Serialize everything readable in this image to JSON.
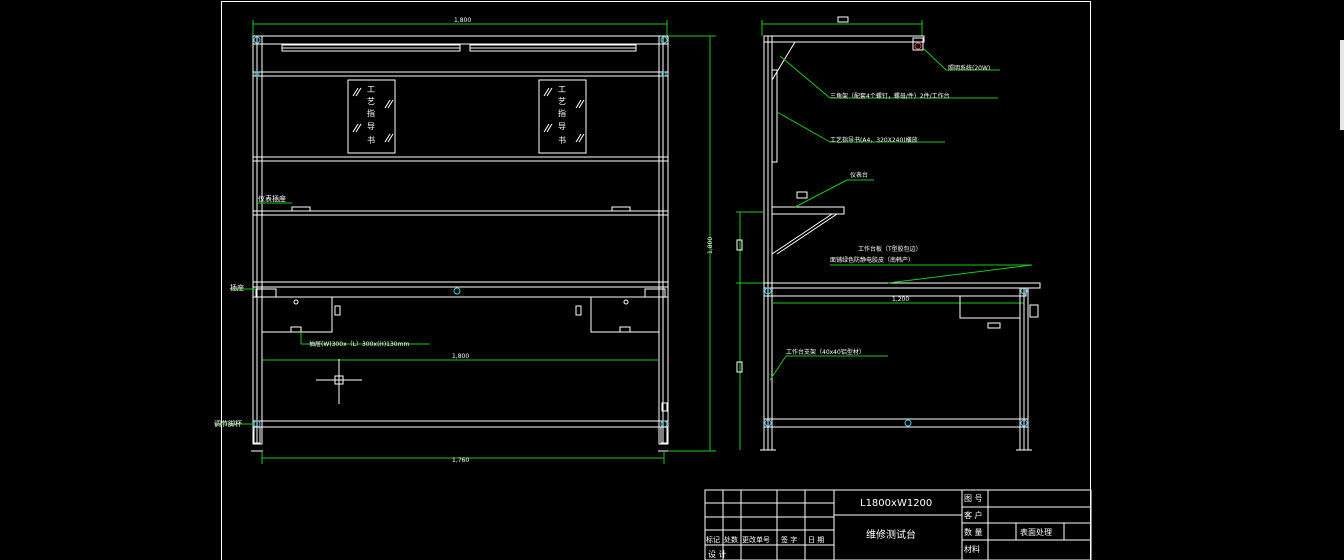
{
  "front_view": {
    "dim_top": "1,800",
    "dim_middle": "1,800",
    "dim_bottom": "1,760",
    "dim_height": "1,800",
    "label_instrument_socket": "仪表插座",
    "label_socket": "插座",
    "label_drawer": "抽屉(W)300x（L）300x(H)130mm",
    "label_foot": "调节脚杯",
    "doc_board_chars": [
      "工",
      "艺",
      "指",
      "导",
      "书"
    ]
  },
  "side_view": {
    "dim_1200": "1,200",
    "label_lighting": "照明系统(20W)",
    "label_bracket": "三角架（配套4个螺钉，螺母/件）2件/工作台",
    "label_instruction": "工艺指导书(A4，320X240)横放",
    "label_instrument_stand": "仪表台",
    "label_workbench_top_1": "工作台板（T型胶包边）",
    "label_workbench_top_2": "面铺绿色防静电胶皮（南韩产）",
    "label_support": "工作台支架（40x40铝型材）"
  },
  "title_block": {
    "model": "L1800xW1200",
    "name": "维修测试台",
    "row_labels": [
      "图 号",
      "客 户",
      "数 量",
      "材料"
    ],
    "surface": "表面处理",
    "rev_header": [
      "标记",
      "处数",
      "更改单号",
      "签 字",
      "日 期"
    ],
    "design": "设 计"
  }
}
